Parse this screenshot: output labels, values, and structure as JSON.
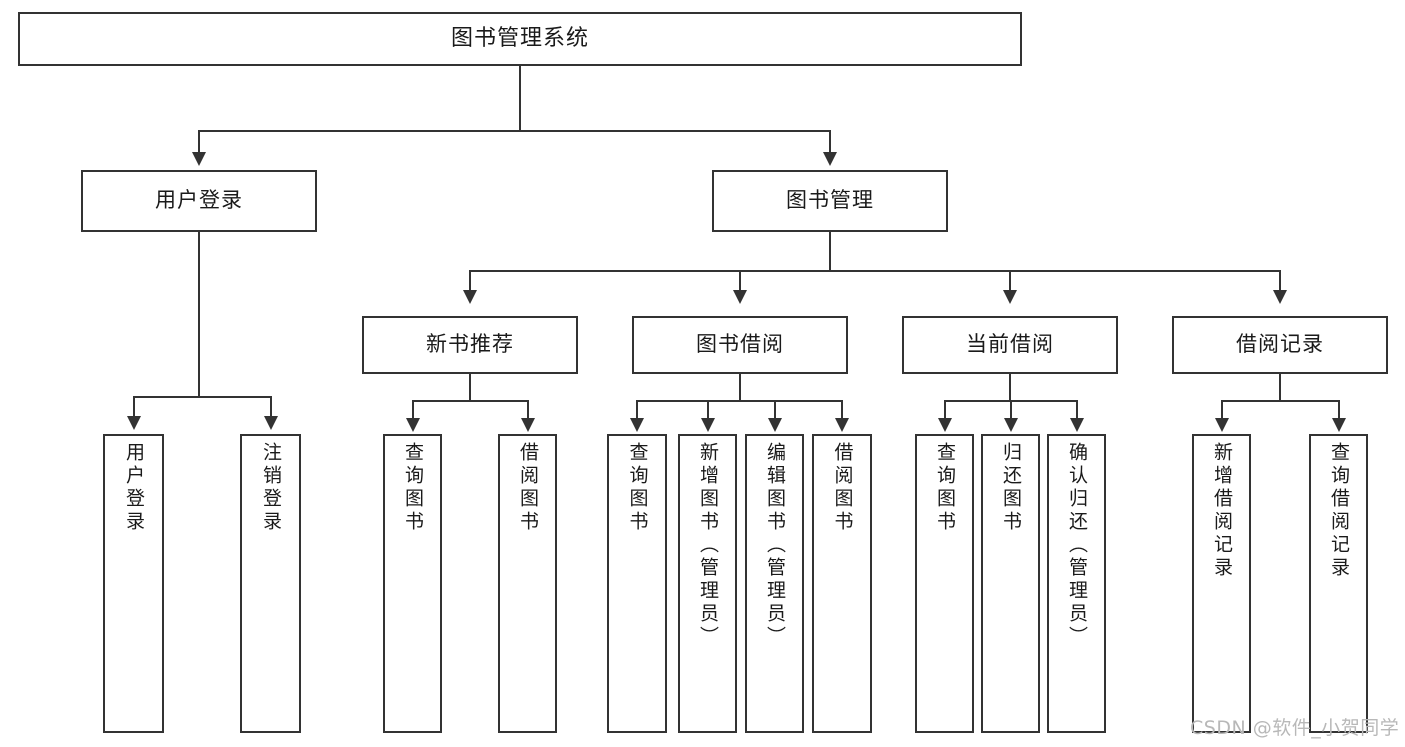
{
  "diagram": {
    "title": "图书管理系统",
    "type": "tree-hierarchy-diagram",
    "root": {
      "label": "图书管理系统"
    },
    "level2": [
      {
        "label": "用户登录"
      },
      {
        "label": "图书管理"
      }
    ],
    "level3": [
      {
        "label": "新书推荐"
      },
      {
        "label": "图书借阅"
      },
      {
        "label": "当前借阅"
      },
      {
        "label": "借阅记录"
      }
    ],
    "leaves": {
      "user_login": [
        {
          "label": "用户登录"
        },
        {
          "label": "注销登录"
        }
      ],
      "new_book_recommend": [
        {
          "label": "查询图书"
        },
        {
          "label": "借阅图书"
        }
      ],
      "book_borrow": [
        {
          "label": "查询图书"
        },
        {
          "label": "新增图书（管理员）"
        },
        {
          "label": "编辑图书（管理员）"
        },
        {
          "label": "借阅图书"
        }
      ],
      "current_borrow": [
        {
          "label": "查询图书"
        },
        {
          "label": "归还图书"
        },
        {
          "label": "确认归还（管理员）"
        }
      ],
      "borrow_record": [
        {
          "label": "新增借阅记录"
        },
        {
          "label": "查询借阅记录"
        }
      ]
    }
  },
  "watermark": {
    "text": "CSDN @软件_小贺同学"
  },
  "colors": {
    "stroke": "#333333",
    "background": "#ffffff",
    "text": "#1a1a1a",
    "watermark": "#b8b8b8"
  }
}
